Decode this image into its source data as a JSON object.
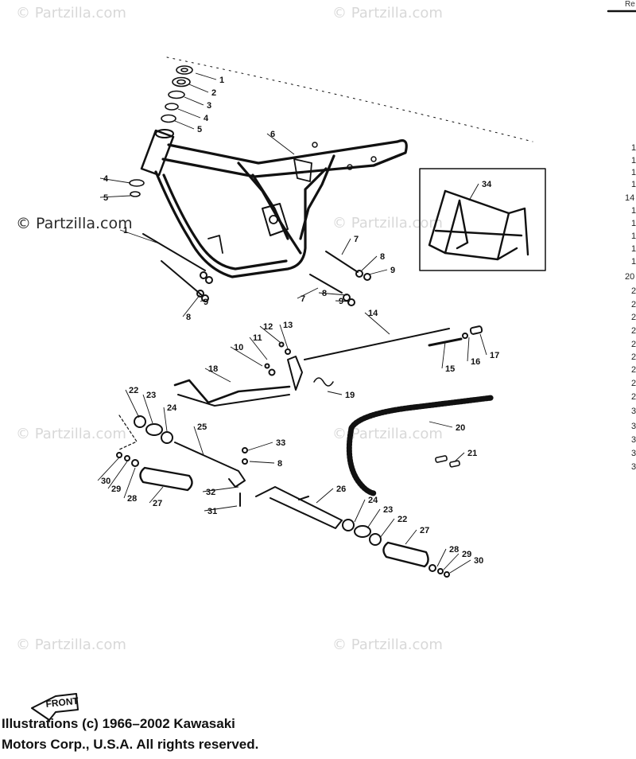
{
  "watermarks": [
    "© Partzilla.com"
  ],
  "watermark_prominent": "© Partzilla.com",
  "callouts": [
    "1",
    "2",
    "3",
    "4",
    "5",
    "4",
    "5",
    "6",
    "1",
    "7",
    "8",
    "9",
    "7",
    "8",
    "9",
    "8",
    "9",
    "10",
    "11",
    "12",
    "13",
    "14",
    "15",
    "16",
    "17",
    "18",
    "19",
    "20",
    "21",
    "22",
    "23",
    "24",
    "25",
    "33",
    "8",
    "30",
    "29",
    "28",
    "27",
    "32",
    "31",
    "26",
    "24",
    "23",
    "22",
    "27",
    "28",
    "29",
    "30",
    "34"
  ],
  "front_label": "FRONT",
  "copyright": {
    "line1": "Illustrations (c) 1966–2002 Kawasaki",
    "line2": "Motors Corp., U.S.A.  All rights reserved."
  },
  "edge_header": "Re",
  "edge_numbers": [
    "1",
    "1",
    "1",
    "1",
    "14",
    "1",
    "1",
    "1",
    "1",
    "1",
    "20",
    "2",
    "2",
    "2",
    "2",
    "2",
    "2",
    "2",
    "2",
    "2",
    "3",
    "3",
    "3",
    "3",
    "3"
  ]
}
